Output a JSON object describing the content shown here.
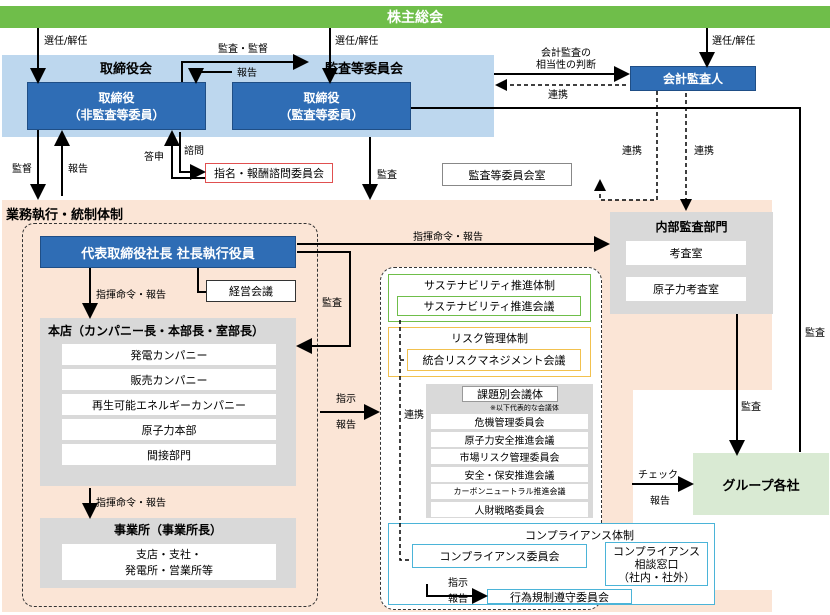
{
  "nodes": {
    "agm": "株主総会",
    "board": "取締役会",
    "director_non_audit": "取締役\n（非監査等委員）",
    "audit_committee": "監査等委員会",
    "director_audit": "取締役\n（監査等委員）",
    "accounting_auditor": "会計監査人",
    "nomination_committee": "指名・報酬諮問委員会",
    "audit_committee_office": "監査等委員会室",
    "execution_system": "業務執行・統制体制",
    "president": "代表取締役社長 社長執行役員",
    "management_meeting": "経営会議",
    "head_office": "本店（カンパニー長・本部長・室部長）",
    "head_office_items": [
      "発電カンパニー",
      "販売カンパニー",
      "再生可能エネルギーカンパニー",
      "原子力本部",
      "間接部門"
    ],
    "branch_office": "事業所（事業所長）",
    "branch_items": "支店・支社・\n発電所・営業所等",
    "internal_audit": "内部監査部門",
    "audit_office": "考査室",
    "nuclear_audit_office": "原子力考査室",
    "group_companies": "グループ各社",
    "sustainability_system": "サステナビリティ推進体制",
    "sustainability_meeting": "サステナビリティ推進会議",
    "risk_system": "リスク管理体制",
    "risk_meeting": "統合リスクマネジメント会議",
    "issue_meetings": "課題別会議体",
    "issue_note": "※以下代表的な会議体",
    "issue_items": [
      "危機管理委員会",
      "原子力安全推進会議",
      "市場リスク管理委員会",
      "安全・保安推進会議",
      "カーボンニュートラル推進会議",
      "人財戦略委員会"
    ],
    "compliance_system": "コンプライアンス体制",
    "compliance_committee": "コンプライアンス委員会",
    "compliance_desk": "コンプライアンス\n相談窓口\n（社内・社外）",
    "conduct_committee": "行為規制遵守委員会"
  },
  "labels": {
    "elect1": "選任/解任",
    "elect2": "選任/解任",
    "elect3": "選任/解任",
    "audit_supervise": "監査・監督",
    "report1": "報告",
    "accounting_validity": "会計監査の\n相当性の判断",
    "cooperation1": "連携",
    "cooperation2": "連携",
    "cooperation3": "連携",
    "supervise": "監督",
    "report2": "報告",
    "answer": "答申",
    "consult": "諮問",
    "audit1": "監査",
    "command_report1": "指揮命令・報告",
    "command_report2": "指揮命令・報告",
    "command_report3": "指揮命令・報告",
    "audit2": "監査",
    "audit3": "監査",
    "audit4": "監査",
    "instruct1": "指示",
    "report3": "報告",
    "cooperation4": "連携",
    "check": "チェック",
    "report4": "報告",
    "instruct2": "指示",
    "report5": "報告"
  }
}
